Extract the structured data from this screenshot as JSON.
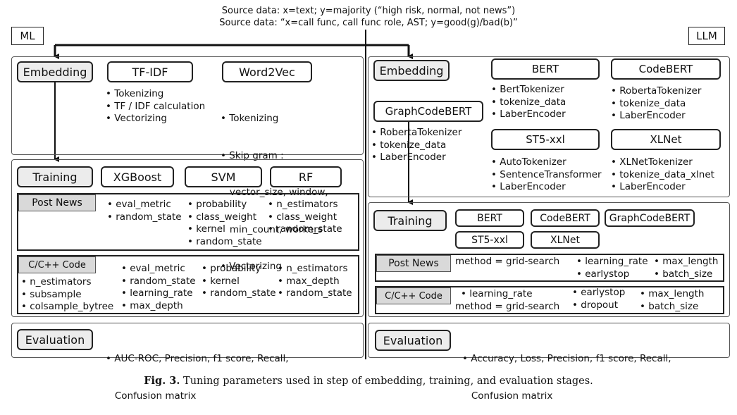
{
  "source": {
    "line1": "Source data: x=text; y=majority (“high risk, normal, not news”)",
    "line2": "Source data: “x=call func, call func role, AST; y=good(g)/bad(b)”"
  },
  "panels": {
    "ml": "ML",
    "llm": "LLM"
  },
  "ml": {
    "embedding": {
      "label": "Embedding",
      "tfidf": {
        "title": "TF-IDF",
        "items": [
          "• Tokenizing",
          "• TF / IDF calculation",
          "• Vectorizing"
        ]
      },
      "word2vec": {
        "title": "Word2Vec",
        "items": [
          "• Tokenizing",
          "• Skip gram :",
          "   vector_size, window,",
          "   min_count, workers",
          "• Vectorizing"
        ]
      }
    },
    "training": {
      "label": "Training",
      "models": [
        "XGBoost",
        "SVM",
        "RF"
      ],
      "post_news": {
        "label": "Post News",
        "xgb": [
          "• eval_metric",
          "• random_state"
        ],
        "svm": [
          "• probability",
          "• class_weight",
          "• kernel",
          "• random_state"
        ],
        "rf": [
          "• n_estimators",
          "• class_weight",
          "• random_state"
        ]
      },
      "code": {
        "label": "C/C++ Code",
        "left": [
          "• n_estimators",
          "• subsample",
          "• colsample_bytree"
        ],
        "xgb": [
          "• eval_metric",
          "• random_state",
          "• learning_rate",
          "• max_depth"
        ],
        "svm": [
          "• probability",
          "• kernel",
          "• random_state"
        ],
        "rf": [
          "• n_estimators",
          "• max_depth",
          "• random_state"
        ]
      }
    },
    "evaluation": {
      "label": "Evaluation",
      "items": [
        "• AUC-ROC, Precision, f1 score, Recall,",
        "   Confusion matrix"
      ]
    }
  },
  "llm": {
    "embedding": {
      "label": "Embedding",
      "graphcodebert": {
        "title": "GraphCodeBERT",
        "items": [
          "• RobertaTokenizer",
          "• tokenize_data",
          "• LaberEncoder"
        ]
      },
      "bert": {
        "title": "BERT",
        "items": [
          "• BertTokenizer",
          "• tokenize_data",
          "• LaberEncoder"
        ]
      },
      "codebert": {
        "title": "CodeBERT",
        "items": [
          "• RobertaTokenizer",
          "• tokenize_data",
          "• LaberEncoder"
        ]
      },
      "st5": {
        "title": "ST5-xxl",
        "items": [
          "• AutoTokenizer",
          "• SentenceTransformer",
          "• LaberEncoder"
        ]
      },
      "xlnet": {
        "title": "XLNet",
        "items": [
          "• XLNetTokenizer",
          "• tokenize_data_xlnet",
          "• LaberEncoder"
        ]
      }
    },
    "training": {
      "label": "Training",
      "models": [
        "BERT",
        "CodeBERT",
        "GraphCodeBERT",
        "ST5-xxl",
        "XLNet"
      ],
      "post_news": {
        "label": "Post News",
        "method": "method = grid-search",
        "col2": [
          "• learning_rate",
          "• earlystop"
        ],
        "col3": [
          "• max_length",
          "• batch_size"
        ]
      },
      "code": {
        "label": "C/C++ Code",
        "col1": [
          "• learning_rate",
          "method = grid-search"
        ],
        "col2": [
          "• earlystop",
          "• dropout"
        ],
        "col3": [
          "• max_length",
          "• batch_size"
        ]
      }
    },
    "evaluation": {
      "label": "Evaluation",
      "items": [
        "• Accuracy, Loss, Precision, f1 score, Recall,",
        "   Confusion matrix"
      ]
    }
  },
  "caption": {
    "label": "Fig. 3.",
    "text": "Tuning parameters used in step of embedding, training, and evaluation stages."
  }
}
